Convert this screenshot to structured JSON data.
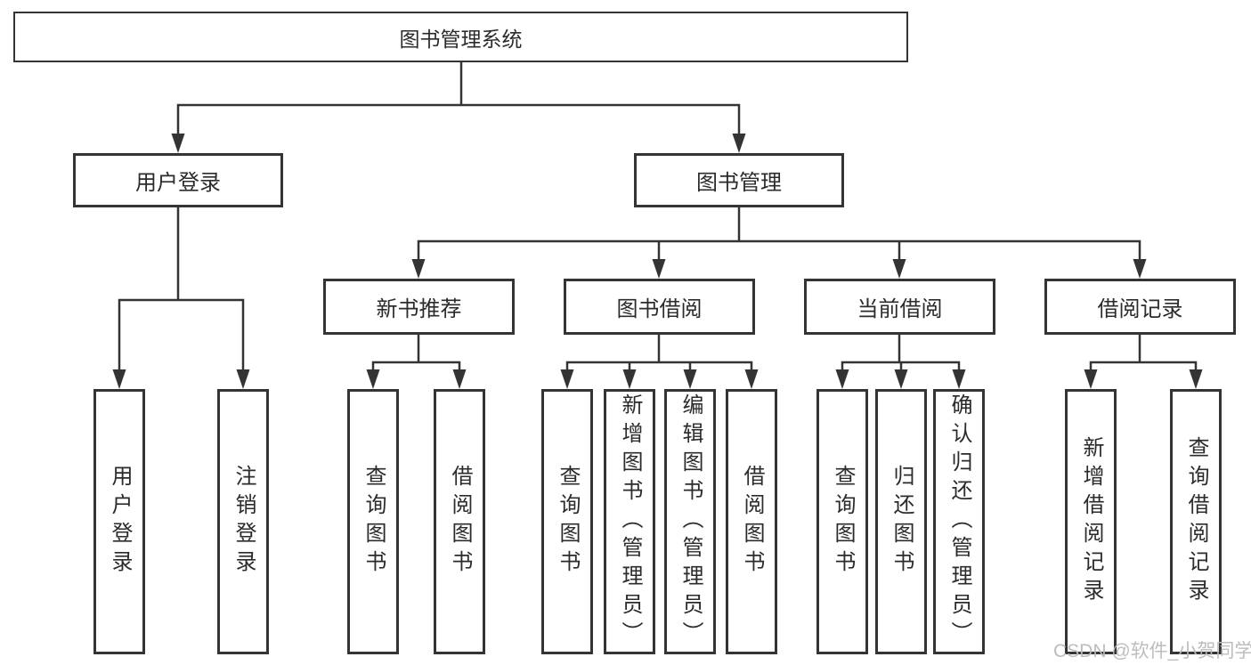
{
  "diagram_title": "图书管理系统",
  "tree": {
    "root": {
      "label": "图书管理系统"
    },
    "level2": [
      {
        "label": "用户登录",
        "parent": "图书管理系统"
      },
      {
        "label": "图书管理",
        "parent": "图书管理系统"
      }
    ],
    "level3": [
      {
        "label": "新书推荐",
        "parent": "图书管理"
      },
      {
        "label": "图书借阅",
        "parent": "图书管理"
      },
      {
        "label": "当前借阅",
        "parent": "图书管理"
      },
      {
        "label": "借阅记录",
        "parent": "图书管理"
      }
    ],
    "leaves": [
      {
        "label": "用户登录",
        "parent": "用户登录"
      },
      {
        "label": "注销登录",
        "parent": "用户登录"
      },
      {
        "label": "查询图书",
        "parent": "新书推荐"
      },
      {
        "label": "借阅图书",
        "parent": "新书推荐"
      },
      {
        "label": "查询图书",
        "parent": "图书借阅"
      },
      {
        "label": "新增图书（管理员）",
        "parent": "图书借阅"
      },
      {
        "label": "编辑图书（管理员）",
        "parent": "图书借阅"
      },
      {
        "label": "借阅图书",
        "parent": "图书借阅"
      },
      {
        "label": "查询图书",
        "parent": "当前借阅"
      },
      {
        "label": "归还图书",
        "parent": "当前借阅"
      },
      {
        "label": "确认归还（管理员）",
        "parent": "当前借阅"
      },
      {
        "label": "新增借阅记录",
        "parent": "借阅记录"
      },
      {
        "label": "查询借阅记录",
        "parent": "借阅记录"
      }
    ]
  },
  "watermark": {
    "text": "CSDN @软件_小贺同学"
  },
  "colors": {
    "line": "#343434",
    "box_border": "#343434",
    "text": "#2b2b2b",
    "background": "#ffffff",
    "watermark": "#b9b9b9"
  }
}
